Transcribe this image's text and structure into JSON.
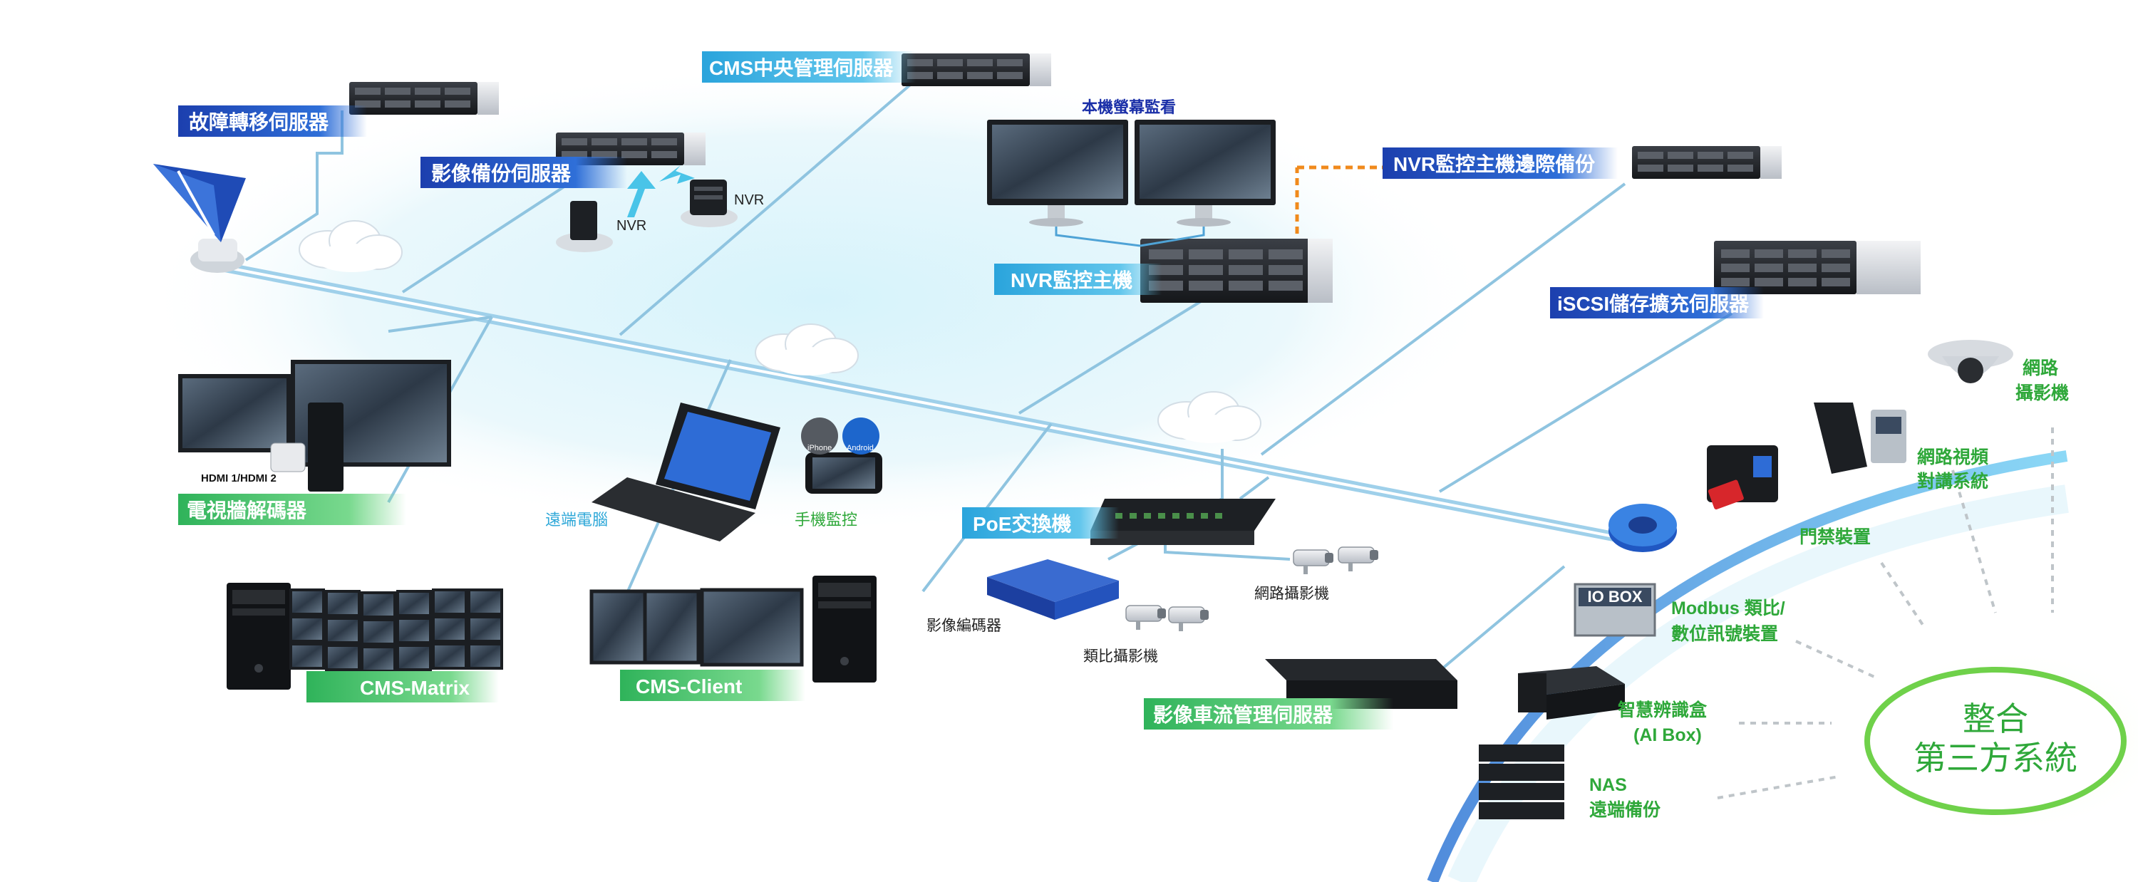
{
  "labels": {
    "failover_server": "故障轉移伺服器",
    "cms_server": "CMS中央管理伺服器",
    "backup_server": "影像備份伺服器",
    "local_monitor": "本機螢幕監看",
    "nvr_edge_backup": "NVR監控主機邊際備份",
    "nvr_host": "NVR監控主機",
    "iscsi": "iSCSI儲存擴充伺服器",
    "nvr_a": "NVR",
    "nvr_b": "NVR",
    "hdmi": "HDMI 1/HDMI 2",
    "tv_wall": "電視牆解碼器",
    "remote_pc": "遠端電腦",
    "mobile": "手機監控",
    "iphone": "iPhone",
    "android": "Android",
    "poe_switch": "PoE交換機",
    "encoder": "影像編碼器",
    "analog_cam": "類比攝影機",
    "ip_cam": "網路攝影機",
    "cms_matrix": "CMS-Matrix",
    "cms_client": "CMS-Client",
    "lpr_server": "影像車流管理伺服器",
    "io_box": "IO BOX",
    "third_party": {
      "ip_camera": [
        "網路",
        "攝影機"
      ],
      "intercom": [
        "網路視頻",
        "對講系統"
      ],
      "access": "門禁裝置",
      "modbus": [
        "Modbus 類比/",
        "數位訊號裝置"
      ],
      "ai_box": [
        "智慧辨識盒",
        "(AI Box)"
      ],
      "nas": [
        "NAS",
        "遠端備份"
      ],
      "integrate": [
        "整合",
        "第三方系統"
      ]
    }
  },
  "colors": {
    "label_blue": "#1a4bb8",
    "label_cyan": "#3ab0e0",
    "label_green": "#42c46a",
    "text_green": "#2fa83a",
    "line_blue": "#4fa3d6",
    "orange": "#f08a1c"
  },
  "icons": [
    "rack-server-icon",
    "cloud-icon",
    "router-icon",
    "monitor-icon",
    "laptop-icon",
    "phone-icon",
    "tower-pc-icon",
    "switch-icon",
    "camera-icon",
    "dome-camera-icon",
    "nas-icon"
  ]
}
